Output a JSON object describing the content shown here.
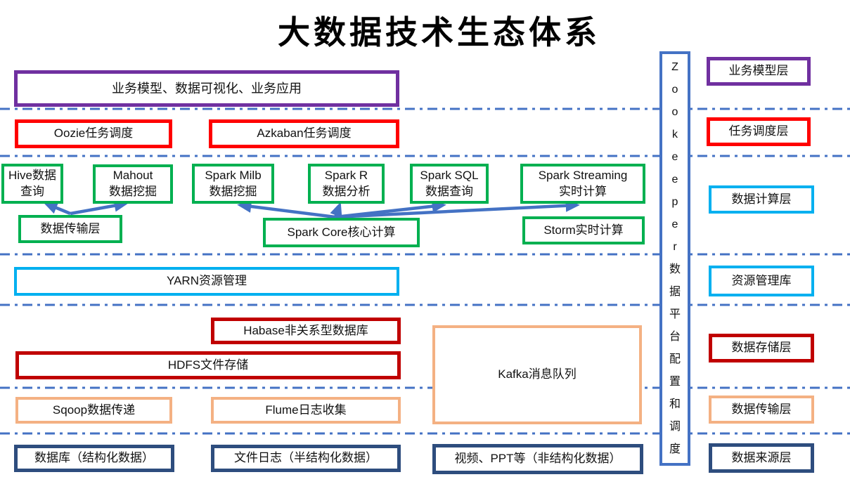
{
  "title": "大数据技术生态体系",
  "colors": {
    "purple": "#7030A0",
    "red": "#FF0000",
    "green": "#00B050",
    "cyan": "#00B0F0",
    "dark_red": "#C00000",
    "peach": "#F4B183",
    "navy": "#2E4D7E",
    "line_blue": "#4472C4"
  },
  "boxes": {
    "app_model": "业务模型、数据可视化、业务应用",
    "oozie": "Oozie任务调度",
    "azkaban": "Azkaban任务调度",
    "hive": "Hive数据查询",
    "mahout": "Mahout\n数据挖掘",
    "spark_milb": "Spark Milb\n数据挖掘",
    "spark_r": "Spark R\n数据分析",
    "spark_sql": "Spark SQL\n数据查询",
    "spark_streaming": "Spark Streaming\n实时计算",
    "data_transport_mid": "数据传输层",
    "spark_core": "Spark Core核心计算",
    "storm": "Storm实时计算",
    "yarn": "YARN资源管理",
    "hbase": "Habase非关系型数据库",
    "hdfs": "HDFS文件存储",
    "kafka": "Kafka消息队列",
    "sqoop": "Sqoop数据传递",
    "flume": "Flume日志收集",
    "source_db": "数据库（结构化数据）",
    "source_filelog": "文件日志（半结构化数据）",
    "source_video": "视频、PPT等（非结构化数据）"
  },
  "zookeeper_bar": "Zookeeper数据平台配置和调度",
  "layer_labels": {
    "business_model": "业务模型层",
    "task_scheduling": "任务调度层",
    "data_compute": "数据计算层",
    "resource_mgmt": "资源管理库",
    "data_storage": "数据存储层",
    "data_transport": "数据传输层",
    "data_source": "数据来源层"
  }
}
